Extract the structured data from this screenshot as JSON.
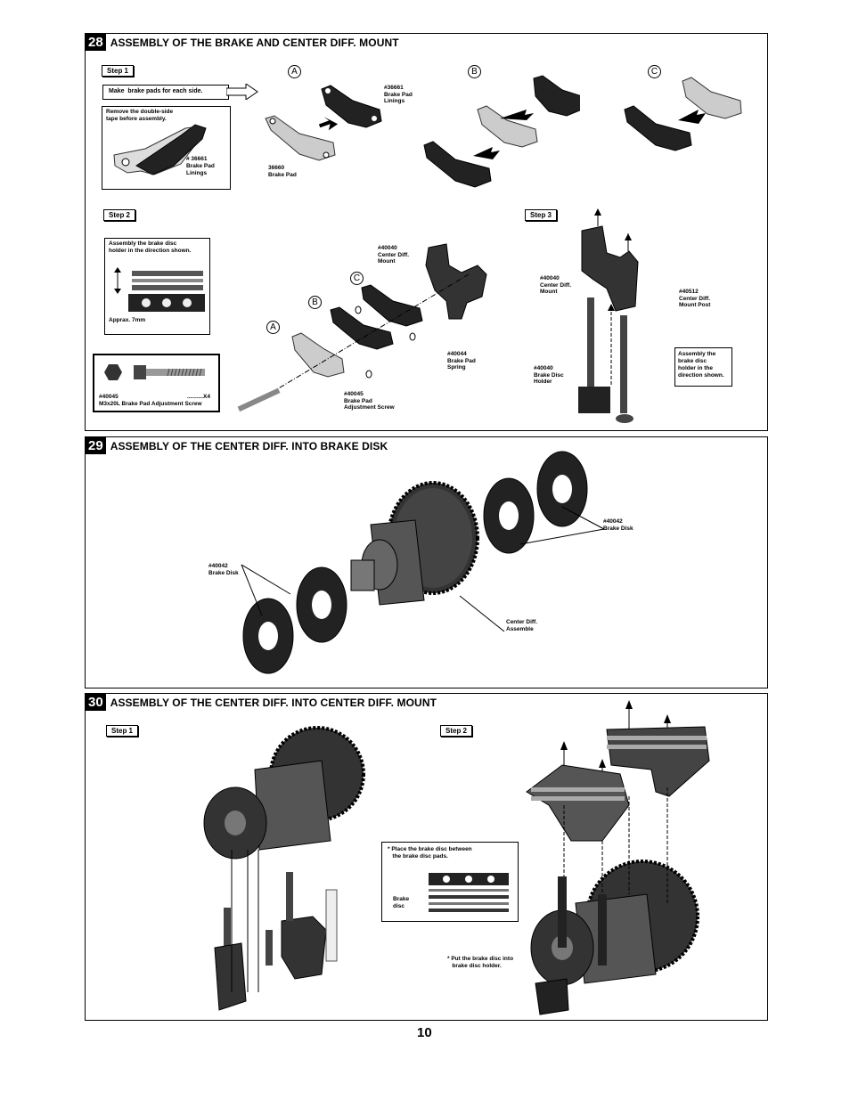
{
  "page_number": "10",
  "s28": {
    "num": "28",
    "title": "ASSEMBLY OF THE BRAKE  AND  CENTER DIFF. MOUNT",
    "step1": "Step 1",
    "step1_note": "Make  brake pads for each side.",
    "tape_note": "Remove the double-side\ntape before assembly.",
    "inset_label": "# 36661\nBrake Pad\nLinings",
    "label_A": "A",
    "label_B": "B",
    "label_C": "C",
    "lining_label": "#36661\nBrake Pad\nLinings",
    "pad_label": "36660\nBrake Pad",
    "step2": "Step 2",
    "holder_note": "Assembly the brake disc\nholder in the direction shown.",
    "approx": "Apprax. 7mm",
    "screw_code": "#40045",
    "screw_qty": "..........X4",
    "screw_desc": "M3x20L Brake Pad Adjustment Screw",
    "mount_label": "#40040\nCenter Diff.\nMount",
    "spring_label": "#40044\nBrake Pad\nSpring",
    "adj_label": "#40045\nBrake Pad\nAdjustment Screw",
    "step3": "Step 3",
    "mount_label2": "#40040\nCenter Diff.\nMount",
    "post_label": "#40512\nCenter Diff.\nMount Post",
    "disc_holder_label": "#40040\nBrake Disc\nHolder",
    "dir_note": "Assembly the\nbrake disc\nholder in the\ndirection shown."
  },
  "s29": {
    "num": "29",
    "title": "ASSEMBLY OF THE CENTER DIFF. INTO BRAKE DISK",
    "disk_label_right": "#40042\nBrake Disk",
    "disk_label_left": "#40042\nBrake Disk",
    "assembly_label": "Center Diff.\nAssemble"
  },
  "s30": {
    "num": "30",
    "title": "ASSEMBLY OF THE CENTER DIFF. INTO CENTER DIFF. MOUNT",
    "step1": "Step 1",
    "step2": "Step 2",
    "place_note": "* Place the brake disc between\n   the brake disc pads.",
    "brake_disc": "Brake\ndisc",
    "put_note": "* Put the brake disc into\n   brake disc holder."
  }
}
